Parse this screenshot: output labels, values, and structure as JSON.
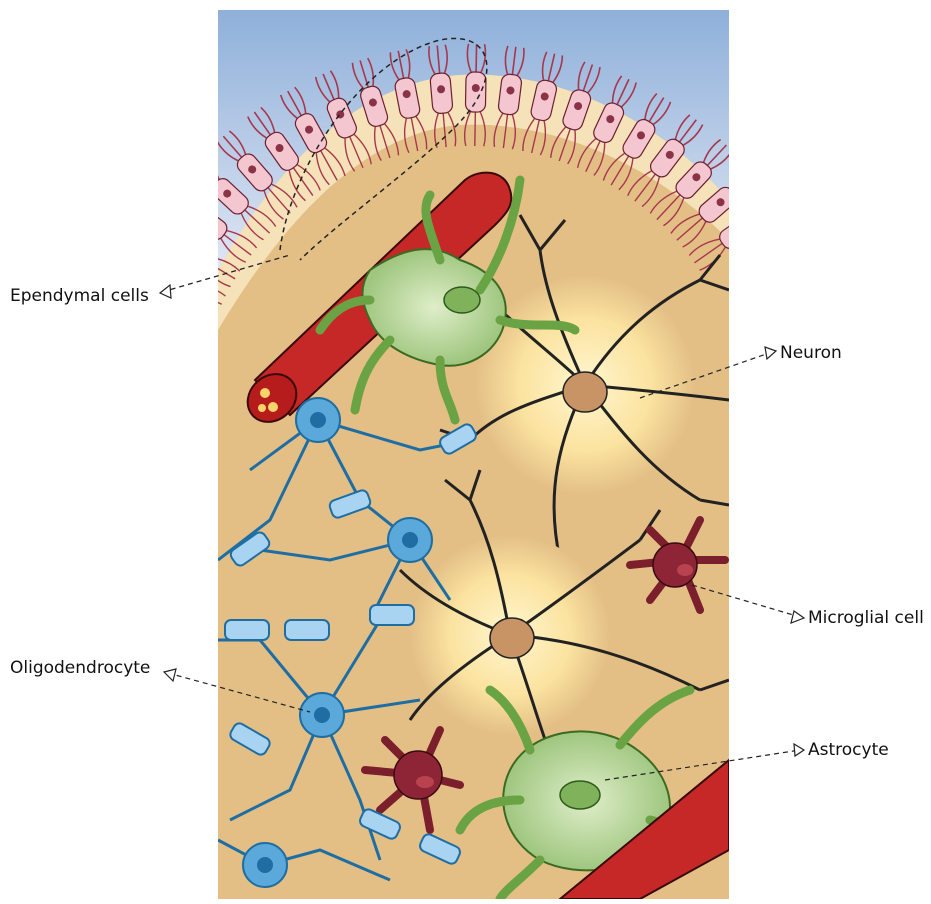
{
  "labels": {
    "ependymal": "Ependymal cells",
    "neuron": "Neuron",
    "microglial": "Microglial cell",
    "oligodendrocyte": "Oligodendrocyte",
    "astrocyte": "Astrocyte"
  },
  "colors": {
    "tissue": "#e3bf86",
    "ventricle_top": "#9fb9dd",
    "ependymal": "#f4c6cf",
    "cilia": "#a8374e",
    "vessel": "#c62828",
    "astrocyte": "#a9cc8a",
    "neuron": "#fbe6a6",
    "nucleus": "#c89466",
    "microglia": "#7c1f2c",
    "oligodendrocyte": "#5aa9da",
    "myelin": "#a8d4f2"
  }
}
